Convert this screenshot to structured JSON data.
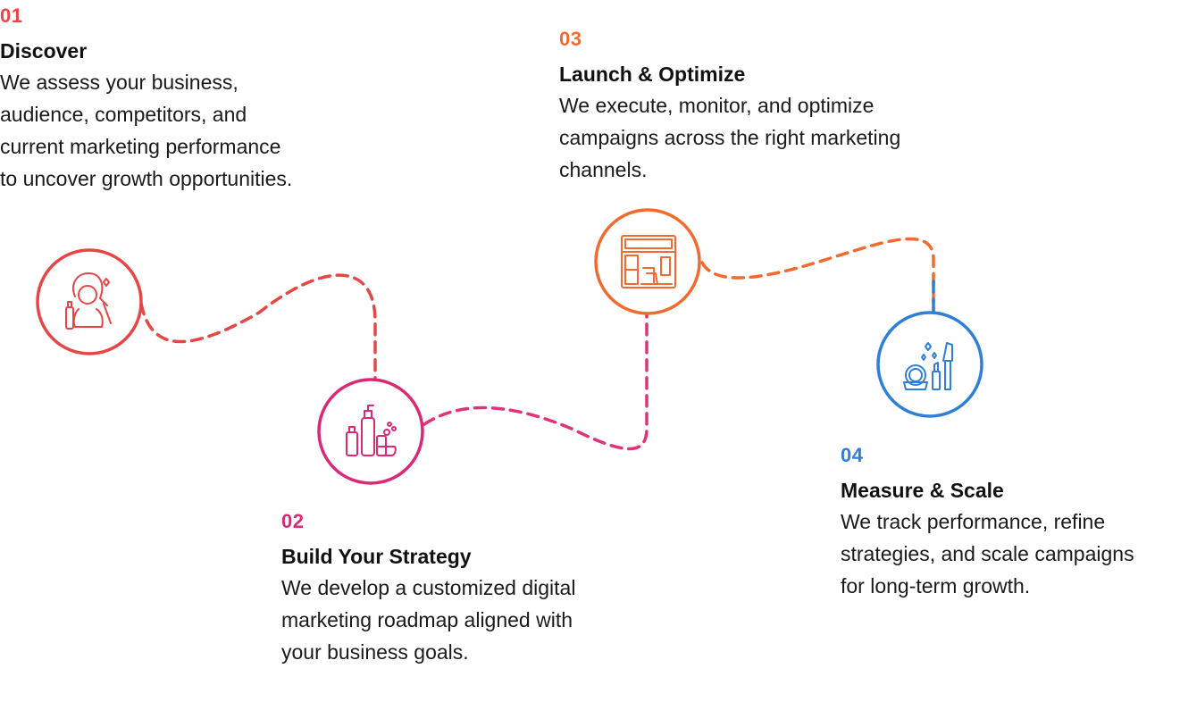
{
  "steps": [
    {
      "number": "01",
      "title": "Discover",
      "description": "We assess your business, audience, competitors, and current marketing performance to uncover growth opportunities.",
      "color": "#e84545",
      "icon": "beauty-woman-icon"
    },
    {
      "number": "02",
      "title": "Build Your Strategy",
      "description": "We develop a customized digital marketing roadmap aligned with your business goals.",
      "color": "#d92a76",
      "icon": "cosmetic-bottles-icon"
    },
    {
      "number": "03",
      "title": "Launch & Optimize",
      "description": "We execute, monitor, and optimize campaigns across the right marketing channels.",
      "color": "#f26b2e",
      "icon": "storefront-icon"
    },
    {
      "number": "04",
      "title": "Measure & Scale",
      "description": "We track performance, refine strategies, and scale campaigns for long-term growth.",
      "color": "#2f7fd9",
      "icon": "makeup-kit-icon"
    }
  ]
}
